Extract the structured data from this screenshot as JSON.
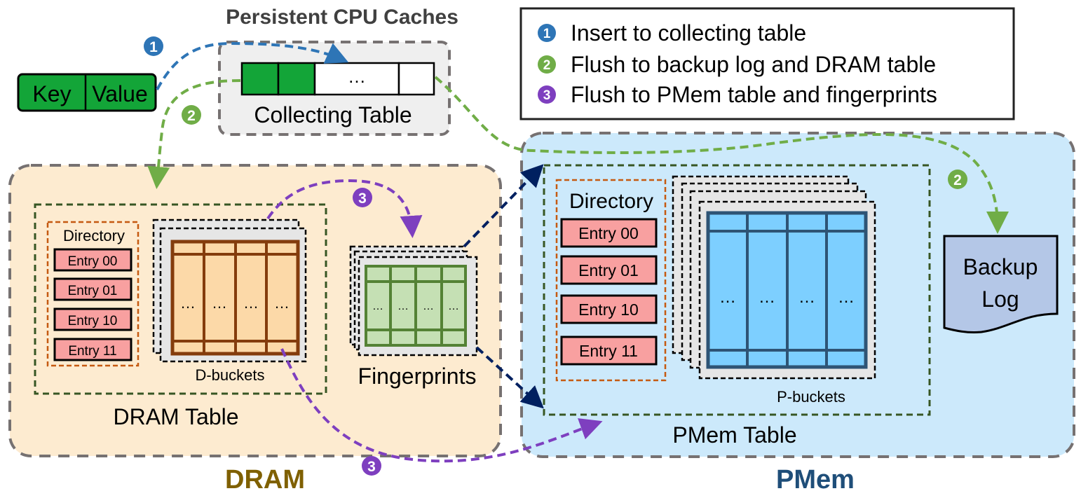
{
  "title": "Persistent CPU Caches",
  "kv": {
    "key": "Key",
    "value": "Value"
  },
  "collecting_table": {
    "label": "Collecting Table",
    "ellipsis": "…"
  },
  "legend": [
    {
      "num": "1",
      "text": "Insert to collecting table",
      "color": "#2e75b6"
    },
    {
      "num": "2",
      "text": "Flush to backup log and DRAM table",
      "color": "#70ad47"
    },
    {
      "num": "3",
      "text": "Flush to PMem table and fingerprints",
      "color": "#7e3fbf"
    }
  ],
  "dram": {
    "region_label": "DRAM",
    "table_label": "DRAM Table",
    "directory_label": "Directory",
    "entries": [
      "Entry 00",
      "Entry 01",
      "Entry 10",
      "Entry 11"
    ],
    "buckets_label": "D-buckets",
    "fingerprints_label": "Fingerprints"
  },
  "pmem": {
    "region_label": "PMem",
    "table_label": "PMem Table",
    "directory_label": "Directory",
    "entries": [
      "Entry 00",
      "Entry 01",
      "Entry 10",
      "Entry 11"
    ],
    "buckets_label": "P-buckets",
    "backup_log": [
      "Backup",
      "Log"
    ]
  },
  "step_markers": {
    "one": "1",
    "two": "2",
    "three": "3"
  },
  "colors": {
    "step1": "#2e75b6",
    "step2": "#70ad47",
    "step3": "#7e3fbf",
    "navy": "#002060",
    "dram_bg": "#fdebd0",
    "pmem_bg": "#cce9fb",
    "dram_label": "#7f6000",
    "pmem_label": "#1f4e79"
  }
}
